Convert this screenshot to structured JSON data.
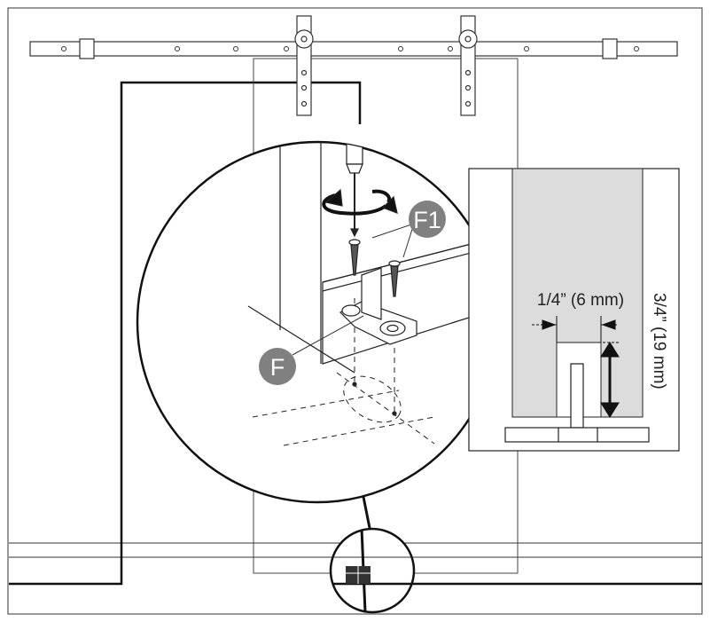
{
  "callouts": {
    "screw_label": "F1",
    "guide_label": "F"
  },
  "dimensions": {
    "width_label": "1/4” (6 mm)",
    "height_label": "3/4” (19 mm)"
  },
  "colors": {
    "line": "#222222",
    "callout_fill": "#808080",
    "callout_text": "#ffffff",
    "channel_fill": "#dcdcdc"
  }
}
